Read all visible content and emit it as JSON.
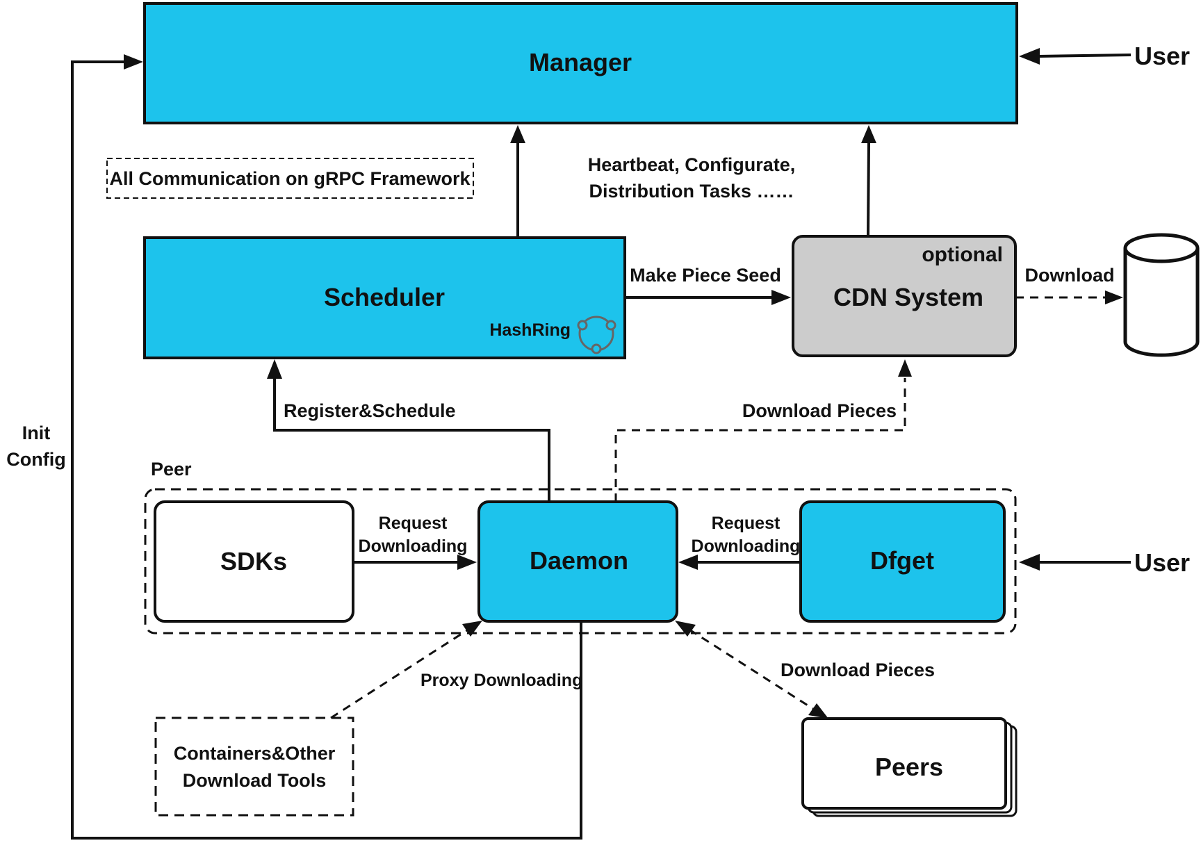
{
  "nodes": {
    "manager": "Manager",
    "scheduler": "Scheduler",
    "hashring": "HashRing",
    "cdn": "CDN System",
    "cdn_optional": "optional",
    "sdks": "SDKs",
    "daemon": "Daemon",
    "dfget": "Dfget",
    "containers_line1": "Containers&Other",
    "containers_line2": "Download Tools",
    "peers": "Peers"
  },
  "labels": {
    "grpc_note": "All Communication on gRPC Framework",
    "heartbeat_line1": "Heartbeat, Configurate,",
    "heartbeat_line2": "Distribution Tasks ……",
    "make_piece_seed": "Make Piece Seed",
    "download": "Download",
    "register_schedule": "Register&Schedule",
    "download_pieces_cdn": "Download Pieces",
    "peer_group": "Peer",
    "request_downloading_left_1": "Request",
    "request_downloading_left_2": "Downloading",
    "request_downloading_right_1": "Request",
    "request_downloading_right_2": "Downloading",
    "proxy_downloading": "Proxy Downloading",
    "download_pieces_peers": "Download Pieces",
    "init_line1": "Init",
    "init_line2": "Config",
    "user_top": "User",
    "user_bottom": "User"
  },
  "colors": {
    "primary_box": "#1dc3ec",
    "cdn_box": "#cccccc",
    "outline": "#111111",
    "hashring_icon": "#666666"
  },
  "icons": {
    "hashring": "hashring-icon",
    "storage": "storage-cylinder-icon"
  }
}
